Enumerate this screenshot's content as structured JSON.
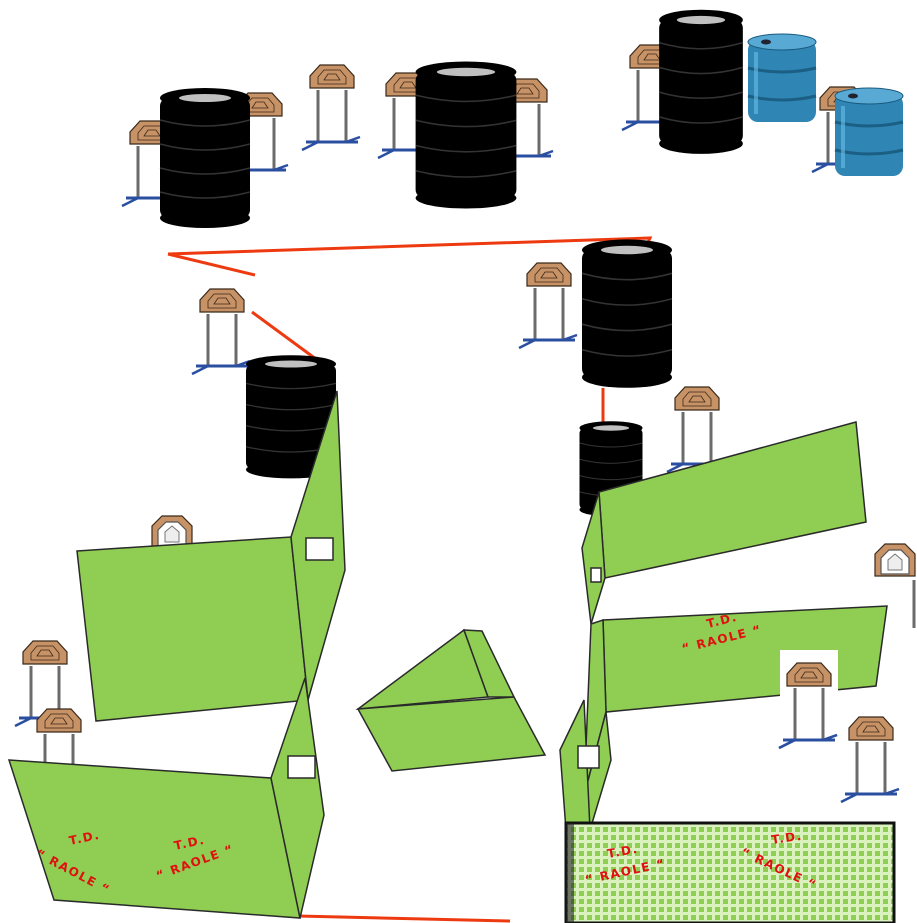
{
  "colors": {
    "wall_fill": "#8fce52",
    "wall_stroke": "#2a2a2a",
    "tire": "#000000",
    "tire_top": "#c0c0c0",
    "barrel": "#2f86b5",
    "tape": "#ee3a10",
    "target_tan": "#c79266",
    "stand_blue": "#2a4fa0",
    "stand_metal": "#6b6b6b"
  },
  "wall_labels": [
    {
      "line1": "T.D.",
      "line2": "“ RAOLE “"
    },
    {
      "line1": "T.D.",
      "line2": "“ RAOLE “"
    },
    {
      "line1": "T.D.",
      "line2": "“ RAOLE “"
    },
    {
      "line1": "T.D.",
      "line2": "“ RAOLE “"
    },
    {
      "line1": "T.D.",
      "line2": "“ RAOLE “"
    }
  ],
  "legend": {
    "icons": [
      "tire-stack-icon",
      "steel-barrel-icon",
      "cardboard-target-icon",
      "no-shoot-target-icon",
      "wall-panel-icon",
      "fault-line-tape-icon"
    ]
  }
}
